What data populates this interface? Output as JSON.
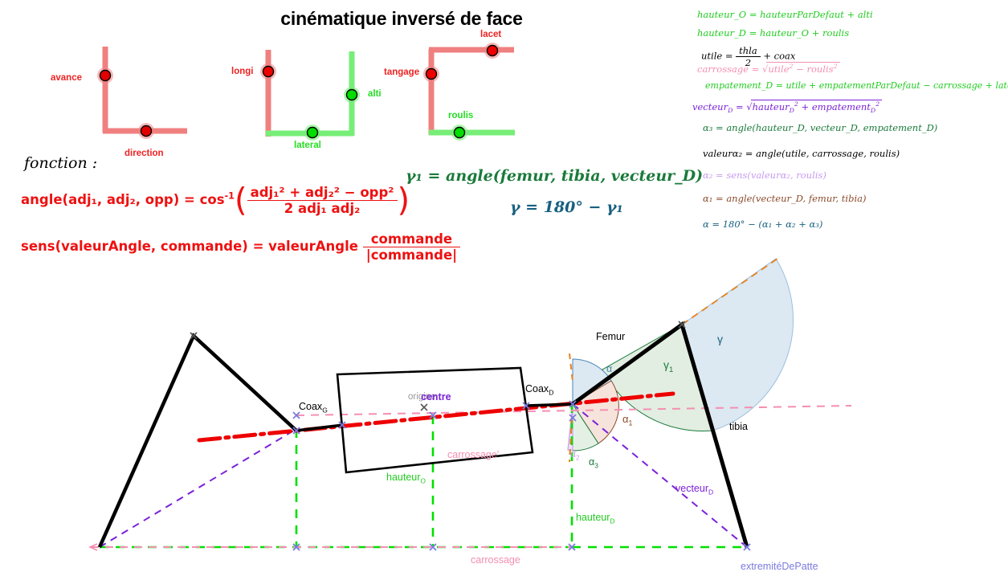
{
  "title": "cinématique inversé de face",
  "colors": {
    "red": "#ee1111",
    "salmon": "#f08080",
    "green": "#22dd22",
    "darkgreen": "#1a7a3a",
    "blue": "#17607f",
    "purple": "#7b22d8",
    "pink": "#f48fb1",
    "orange": "#e8821e",
    "brown": "#8b4a2b",
    "violet": "#c79bf0",
    "slate": "#7b7be0",
    "black": "#000000",
    "grey": "#999999"
  },
  "indicators": [
    {
      "name": "avance-direction",
      "labels": [
        {
          "text": "avance",
          "color": "red"
        },
        {
          "text": "direction",
          "color": "red"
        }
      ]
    },
    {
      "name": "longi-lateral-alti",
      "labels": [
        {
          "text": "longi",
          "color": "red"
        },
        {
          "text": "lateral",
          "color": "green"
        },
        {
          "text": "alti",
          "color": "green"
        }
      ]
    },
    {
      "name": "tangage-lacet-roulis",
      "labels": [
        {
          "text": "tangage",
          "color": "red"
        },
        {
          "text": "lacet",
          "color": "red"
        },
        {
          "text": "roulis",
          "color": "green"
        }
      ]
    }
  ],
  "functions": {
    "heading": "fonction :",
    "angle": {
      "lhs": "angle(adj₁, adj₂, opp)  =  cos",
      "exp": "-1",
      "numerator": "adj₁² + adj₂² − opp²",
      "denominator": "2 adj₁ adj₂"
    },
    "sens": {
      "lhs": "sens(valeurAngle, commande)  =  valeurAngle",
      "numerator": "commande",
      "denominator": "|commande|"
    }
  },
  "gamma_eqs": [
    {
      "text": "γ₁ = angle(femur, tibia, vecteur_D)",
      "color": "darkgreen"
    },
    {
      "text": "γ = 180° − γ₁",
      "color": "blue"
    }
  ],
  "equations": [
    {
      "id": "hauteurO",
      "color": "green",
      "text": "hauteur_O = hauteurParDefaut + alti"
    },
    {
      "id": "hauteurD",
      "color": "green",
      "text": "hauteur_D = hauteur_O + roulis"
    },
    {
      "id": "utile",
      "color": "black",
      "text": "utile = thla / 2 + coax"
    },
    {
      "id": "carrossage",
      "color": "pink",
      "text": "carrossage = √(utile² − roulis²)"
    },
    {
      "id": "empatementD",
      "color": "green",
      "text": "empatement_D = utile + empatementParDefaut − carrossage + lateral"
    },
    {
      "id": "vecteurD",
      "color": "purple",
      "text": "vecteur_D = √(hauteur_D² + empatement_D²)"
    },
    {
      "id": "alpha3",
      "color": "darkgreen",
      "text": "α₃ = angle(hauteur_D, vecteur_D, empatement_D)"
    },
    {
      "id": "valeuralpha2",
      "color": "black",
      "text": "valeurα₂ = angle(utile, carrossage, roulis)"
    },
    {
      "id": "alpha2",
      "color": "violet",
      "text": "α₂ = sens(valeurα₂, roulis)"
    },
    {
      "id": "alpha1",
      "color": "brown",
      "text": "α₁ = angle(vecteur_D, femur, tibia)"
    },
    {
      "id": "alpha",
      "color": "blue",
      "text": "α = 180° − (α₁ + α₂ + α₃)"
    }
  ],
  "diagram": {
    "labels": [
      {
        "id": "coaxG",
        "text": "Coax",
        "sub": "G",
        "color": "black"
      },
      {
        "id": "coaxD",
        "text": "Coax",
        "sub": "D",
        "color": "black"
      },
      {
        "id": "femur",
        "text": "Femur",
        "sub": "",
        "color": "black"
      },
      {
        "id": "tibia",
        "text": "tibia",
        "sub": "",
        "color": "black"
      },
      {
        "id": "origine",
        "text": "origine",
        "sub": "",
        "color": "grey"
      },
      {
        "id": "centre",
        "text": "centre",
        "sub": "",
        "color": "purple"
      },
      {
        "id": "carrossagePrime",
        "text": "carrossage'",
        "sub": "",
        "color": "pink"
      },
      {
        "id": "carrossage",
        "text": "carrossage",
        "sub": "",
        "color": "pink"
      },
      {
        "id": "hauteurO",
        "text": "hauteur",
        "sub": "O",
        "color": "green"
      },
      {
        "id": "hauteurD",
        "text": "hauteur",
        "sub": "D",
        "color": "green"
      },
      {
        "id": "vecteurD",
        "text": "vecteur",
        "sub": "D",
        "color": "purple"
      },
      {
        "id": "extremite",
        "text": "extremitéDePatte",
        "sub": "",
        "color": "slate"
      },
      {
        "id": "gamma",
        "text": "γ",
        "sub": "",
        "color": "blue"
      },
      {
        "id": "gamma1",
        "text": "γ",
        "sub": "1",
        "color": "darkgreen"
      },
      {
        "id": "alpha1",
        "text": "α",
        "sub": "1",
        "color": "brown"
      },
      {
        "id": "alpha2",
        "text": "α",
        "sub": "2",
        "color": "violet"
      },
      {
        "id": "alpha3",
        "text": "α",
        "sub": "3",
        "color": "darkgreen"
      },
      {
        "id": "alpha",
        "text": "α",
        "sub": "",
        "color": "blue"
      }
    ]
  }
}
